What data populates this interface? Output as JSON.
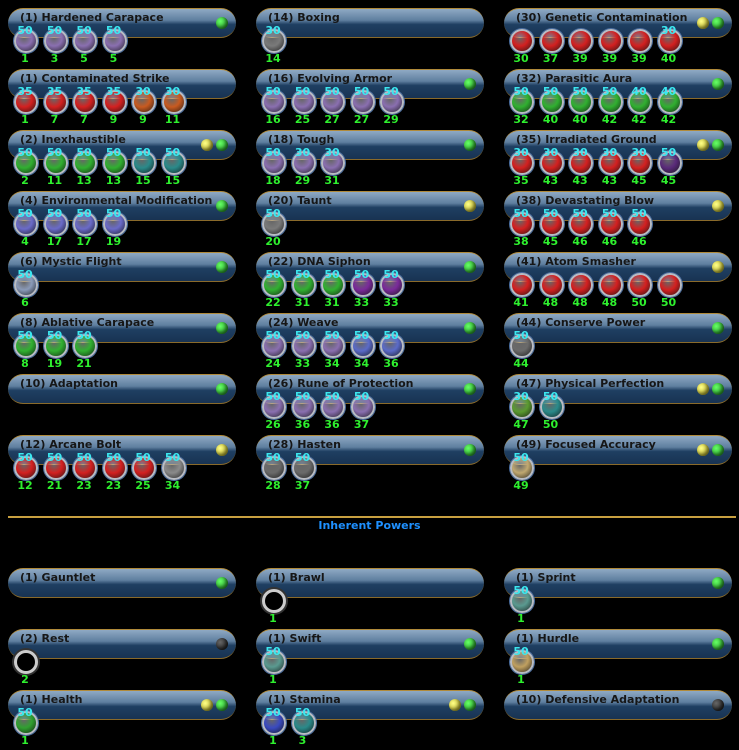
{
  "colors": {
    "accent": "#1e90ff",
    "slot_level": "#3ce8f0",
    "slot_label": "#2ef02e"
  },
  "main_powers": [
    [
      {
        "label": "(1) Hardened Carapace",
        "dots": [
          "g"
        ],
        "slots": [
          {
            "lvl": "50",
            "at": "1",
            "c": "#8a6fb0"
          },
          {
            "lvl": "50",
            "at": "3",
            "c": "#8a6fb0"
          },
          {
            "lvl": "50",
            "at": "5",
            "c": "#8a6fb0"
          },
          {
            "lvl": "50",
            "at": "5",
            "c": "#8a6fb0"
          }
        ]
      },
      {
        "label": "(1) Contaminated Strike",
        "dots": [],
        "slots": [
          {
            "lvl": "35",
            "at": "1",
            "c": "#d42020"
          },
          {
            "lvl": "35",
            "at": "7",
            "c": "#d42020"
          },
          {
            "lvl": "35",
            "at": "7",
            "c": "#d42020"
          },
          {
            "lvl": "35",
            "at": "9",
            "c": "#d42020"
          },
          {
            "lvl": "30",
            "at": "9",
            "c": "#c85a20"
          },
          {
            "lvl": "30",
            "at": "11",
            "c": "#c85a20"
          }
        ]
      },
      {
        "label": "(2) Inexhaustible",
        "dots": [
          "y",
          "g"
        ],
        "slots": [
          {
            "lvl": "50",
            "at": "2",
            "c": "#30b030"
          },
          {
            "lvl": "50",
            "at": "11",
            "c": "#30b030"
          },
          {
            "lvl": "50",
            "at": "13",
            "c": "#30b030"
          },
          {
            "lvl": "50",
            "at": "13",
            "c": "#30b030"
          },
          {
            "lvl": "50",
            "at": "15",
            "c": "#2a8a8a"
          },
          {
            "lvl": "50",
            "at": "15",
            "c": "#2a8a8a"
          }
        ]
      },
      {
        "label": "(4) Environmental Modification",
        "dots": [
          "g"
        ],
        "slots": [
          {
            "lvl": "50",
            "at": "4",
            "c": "#6a6ac8"
          },
          {
            "lvl": "50",
            "at": "17",
            "c": "#6a6ac8"
          },
          {
            "lvl": "50",
            "at": "17",
            "c": "#6a6ac8"
          },
          {
            "lvl": "50",
            "at": "19",
            "c": "#6a6ac8"
          }
        ]
      },
      {
        "label": "(6) Mystic Flight",
        "dots": [
          "g"
        ],
        "slots": [
          {
            "lvl": "50",
            "at": "6",
            "c": "#8a9ab8"
          }
        ]
      },
      {
        "label": "(8) Ablative Carapace",
        "dots": [
          "g"
        ],
        "slots": [
          {
            "lvl": "50",
            "at": "8",
            "c": "#30b030"
          },
          {
            "lvl": "50",
            "at": "19",
            "c": "#30b030"
          },
          {
            "lvl": "50",
            "at": "21",
            "c": "#30b030"
          }
        ]
      },
      {
        "label": "(10) Adaptation",
        "dots": [
          "g"
        ],
        "slots": []
      },
      {
        "label": "(12) Arcane Bolt",
        "dots": [
          "y"
        ],
        "slots": [
          {
            "lvl": "50",
            "at": "12",
            "c": "#d42020"
          },
          {
            "lvl": "50",
            "at": "21",
            "c": "#d42020"
          },
          {
            "lvl": "50",
            "at": "23",
            "c": "#d42020"
          },
          {
            "lvl": "50",
            "at": "23",
            "c": "#d42020"
          },
          {
            "lvl": "50",
            "at": "25",
            "c": "#d42020"
          },
          {
            "lvl": "50",
            "at": "34",
            "c": "#8a8a8a"
          }
        ]
      }
    ],
    [
      {
        "label": "(14) Boxing",
        "dots": [],
        "slots": [
          {
            "lvl": "30",
            "at": "14",
            "c": "#7a7a7a"
          }
        ]
      },
      {
        "label": "(16) Evolving Armor",
        "dots": [
          "g"
        ],
        "slots": [
          {
            "lvl": "50",
            "at": "16",
            "c": "#8a6fb0"
          },
          {
            "lvl": "50",
            "at": "25",
            "c": "#8a6fb0"
          },
          {
            "lvl": "50",
            "at": "27",
            "c": "#8a6fb0"
          },
          {
            "lvl": "50",
            "at": "27",
            "c": "#8a6fb0"
          },
          {
            "lvl": "50",
            "at": "29",
            "c": "#8a6fb0"
          }
        ]
      },
      {
        "label": "(18) Tough",
        "dots": [
          "g"
        ],
        "slots": [
          {
            "lvl": "50",
            "at": "18",
            "c": "#8a6fb0"
          },
          {
            "lvl": "30",
            "at": "29",
            "c": "#8a6fb0"
          },
          {
            "lvl": "30",
            "at": "31",
            "c": "#8a6fb0"
          }
        ]
      },
      {
        "label": "(20) Taunt",
        "dots": [
          "y"
        ],
        "slots": [
          {
            "lvl": "50",
            "at": "20",
            "c": "#7a7a7a"
          }
        ]
      },
      {
        "label": "(22) DNA Siphon",
        "dots": [
          "g"
        ],
        "slots": [
          {
            "lvl": "50",
            "at": "22",
            "c": "#30b030"
          },
          {
            "lvl": "50",
            "at": "31",
            "c": "#30b030"
          },
          {
            "lvl": "50",
            "at": "31",
            "c": "#30b030"
          },
          {
            "lvl": "50",
            "at": "33",
            "c": "#7a2a9a"
          },
          {
            "lvl": "50",
            "at": "33",
            "c": "#7a2a9a"
          }
        ]
      },
      {
        "label": "(24) Weave",
        "dots": [
          "g"
        ],
        "slots": [
          {
            "lvl": "50",
            "at": "24",
            "c": "#8a6fb0"
          },
          {
            "lvl": "50",
            "at": "33",
            "c": "#8a6fb0"
          },
          {
            "lvl": "50",
            "at": "34",
            "c": "#8a6fb0"
          },
          {
            "lvl": "50",
            "at": "34",
            "c": "#5a6ac8"
          },
          {
            "lvl": "50",
            "at": "36",
            "c": "#5a6ac8"
          }
        ]
      },
      {
        "label": "(26) Rune of Protection",
        "dots": [
          "g"
        ],
        "slots": [
          {
            "lvl": "50",
            "at": "26",
            "c": "#8a6fb0"
          },
          {
            "lvl": "50",
            "at": "36",
            "c": "#8a6fb0"
          },
          {
            "lvl": "50",
            "at": "36",
            "c": "#8a6fb0"
          },
          {
            "lvl": "50",
            "at": "37",
            "c": "#8a6fb0"
          }
        ]
      },
      {
        "label": "(28) Hasten",
        "dots": [
          "g"
        ],
        "slots": [
          {
            "lvl": "50",
            "at": "28",
            "c": "#6a6a6a"
          },
          {
            "lvl": "50",
            "at": "37",
            "c": "#6a6a6a"
          }
        ]
      }
    ],
    [
      {
        "label": "(30) Genetic Contamination",
        "dots": [
          "y",
          "g"
        ],
        "slots": [
          {
            "lvl": "",
            "at": "30",
            "c": "#d42020"
          },
          {
            "lvl": "",
            "at": "37",
            "c": "#d42020"
          },
          {
            "lvl": "",
            "at": "39",
            "c": "#d42020"
          },
          {
            "lvl": "",
            "at": "39",
            "c": "#d42020"
          },
          {
            "lvl": "",
            "at": "39",
            "c": "#d42020"
          },
          {
            "lvl": "30",
            "at": "40",
            "c": "#d42020"
          }
        ]
      },
      {
        "label": "(32) Parasitic Aura",
        "dots": [
          "g"
        ],
        "slots": [
          {
            "lvl": "50",
            "at": "32",
            "c": "#30b030"
          },
          {
            "lvl": "50",
            "at": "40",
            "c": "#30b030"
          },
          {
            "lvl": "50",
            "at": "40",
            "c": "#30b030"
          },
          {
            "lvl": "50",
            "at": "42",
            "c": "#30b030"
          },
          {
            "lvl": "40",
            "at": "42",
            "c": "#30b030"
          },
          {
            "lvl": "40",
            "at": "42",
            "c": "#30b030"
          }
        ]
      },
      {
        "label": "(35) Irradiated Ground",
        "dots": [
          "y",
          "g"
        ],
        "slots": [
          {
            "lvl": "30",
            "at": "35",
            "c": "#d42020"
          },
          {
            "lvl": "30",
            "at": "43",
            "c": "#d42020"
          },
          {
            "lvl": "30",
            "at": "43",
            "c": "#d42020"
          },
          {
            "lvl": "30",
            "at": "43",
            "c": "#d42020"
          },
          {
            "lvl": "30",
            "at": "45",
            "c": "#d42020"
          },
          {
            "lvl": "50",
            "at": "45",
            "c": "#5a2a7a"
          }
        ]
      },
      {
        "label": "(38) Devastating Blow",
        "dots": [
          "y"
        ],
        "slots": [
          {
            "lvl": "50",
            "at": "38",
            "c": "#d42020"
          },
          {
            "lvl": "50",
            "at": "45",
            "c": "#d42020"
          },
          {
            "lvl": "50",
            "at": "46",
            "c": "#d42020"
          },
          {
            "lvl": "50",
            "at": "46",
            "c": "#d42020"
          },
          {
            "lvl": "50",
            "at": "46",
            "c": "#d42020"
          }
        ]
      },
      {
        "label": "(41) Atom Smasher",
        "dots": [
          "y"
        ],
        "slots": [
          {
            "lvl": "",
            "at": "41",
            "c": "#d42020"
          },
          {
            "lvl": "",
            "at": "48",
            "c": "#d42020"
          },
          {
            "lvl": "",
            "at": "48",
            "c": "#d42020"
          },
          {
            "lvl": "",
            "at": "48",
            "c": "#d42020"
          },
          {
            "lvl": "",
            "at": "50",
            "c": "#d42020"
          },
          {
            "lvl": "",
            "at": "50",
            "c": "#d42020"
          }
        ]
      },
      {
        "label": "(44) Conserve Power",
        "dots": [
          "g"
        ],
        "slots": [
          {
            "lvl": "50",
            "at": "44",
            "c": "#6a6a6a"
          }
        ]
      },
      {
        "label": "(47) Physical Perfection",
        "dots": [
          "y",
          "g"
        ],
        "slots": [
          {
            "lvl": "30",
            "at": "47",
            "c": "#5a9a30"
          },
          {
            "lvl": "50",
            "at": "50",
            "c": "#2a8a8a"
          }
        ]
      },
      {
        "label": "(49) Focused Accuracy",
        "dots": [
          "y",
          "g"
        ],
        "slots": [
          {
            "lvl": "50",
            "at": "49",
            "c": "#c0a870"
          }
        ]
      }
    ]
  ],
  "inherent_title": "Inherent Powers",
  "inherent_powers": [
    [
      {
        "label": "(1) Gauntlet",
        "dots": [
          "g"
        ],
        "slots": []
      },
      {
        "label": "(2) Rest",
        "dots": [
          "k"
        ],
        "slots": [
          {
            "lvl": "",
            "at": "2",
            "c": "ring"
          }
        ]
      },
      {
        "label": "(1) Health",
        "dots": [
          "y",
          "g"
        ],
        "slots": [
          {
            "lvl": "50",
            "at": "1",
            "c": "#30a030"
          }
        ]
      }
    ],
    [
      {
        "label": "(1) Brawl",
        "dots": [],
        "slots": [
          {
            "lvl": "",
            "at": "1",
            "c": "ring"
          }
        ]
      },
      {
        "label": "(1) Swift",
        "dots": [
          "g"
        ],
        "slots": [
          {
            "lvl": "50",
            "at": "1",
            "c": "#5a9a90"
          }
        ]
      },
      {
        "label": "(1) Stamina",
        "dots": [
          "y",
          "g"
        ],
        "slots": [
          {
            "lvl": "50",
            "at": "1",
            "c": "#3a4ac0"
          },
          {
            "lvl": "50",
            "at": "3",
            "c": "#2a8a8a"
          }
        ]
      }
    ],
    [
      {
        "label": "(1) Sprint",
        "dots": [
          "g"
        ],
        "slots": [
          {
            "lvl": "50",
            "at": "1",
            "c": "#5a9a90"
          }
        ]
      },
      {
        "label": "(1) Hurdle",
        "dots": [
          "g"
        ],
        "slots": [
          {
            "lvl": "50",
            "at": "1",
            "c": "#c0a060"
          }
        ]
      },
      {
        "label": "(10) Defensive Adaptation",
        "dots": [
          "k"
        ],
        "slots": []
      }
    ]
  ]
}
